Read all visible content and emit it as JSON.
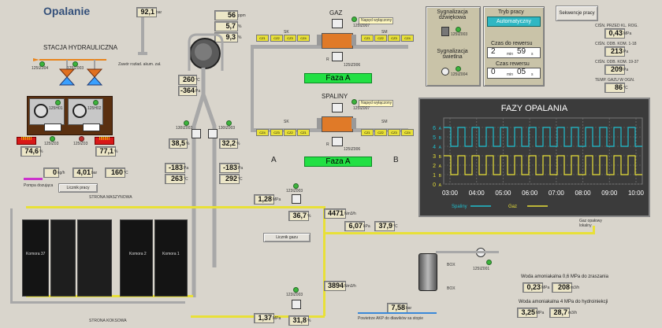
{
  "title": "Opalanie",
  "top": {
    "pressure_val": "92,1",
    "pressure_unit": "bar",
    "valve_label": "Zawór rozład. akum. zał."
  },
  "gas_params": {
    "v1": "56",
    "u1": "ppm",
    "v2": "5,7",
    "u2": "%",
    "v3": "9,3",
    "u3": "%"
  },
  "hydraulic": {
    "title": "STACJA HYDRAULICZNA",
    "tag1": "125IZ004",
    "tag2": "125IZ003",
    "pump1": "125H01",
    "pump2": "125H02",
    "val1": "74,6",
    "val2": "77,1",
    "tagA": "125IZ03",
    "tagB": "125IZ03",
    "unit": "%",
    "alarm": "!!!!!!!!"
  },
  "hyd_row": {
    "v1": "0",
    "u1": "kg/h",
    "v2": "4,01",
    "u2": "bar",
    "v3": "160",
    "u3": "°C",
    "pump_label": "Pompa dozująca",
    "btn": "Licznik pracy"
  },
  "center": {
    "t1": "260",
    "u1": "°C",
    "t2": "-364",
    "u2": "Pa",
    "l1": "38,5",
    "l2": "32,2",
    "lu": "%",
    "tag1": "130IZ003",
    "tag2": "130IZ003",
    "p1": "-183",
    "p2": "-183",
    "pu": "Pa",
    "t3": "263",
    "t4": "292",
    "tu": "°C"
  },
  "gaz": {
    "title": "GAZ",
    "label": "Napęd wyłączony",
    "faza": "Faza A",
    "sk": "SK",
    "sm": "SM",
    "boxes_left": [
      "CZ1",
      "CZ2",
      "CZ3",
      "CZ4"
    ],
    "boxes_right": [
      "CZ1",
      "CZ2",
      "CZ3",
      "CZ4"
    ],
    "tag": "125IZ007",
    "r": "R",
    "tagR": "125IZ006"
  },
  "spaliny": {
    "title": "SPALINY",
    "label": "Napęd wyłączony",
    "faza": "Faza A",
    "sk": "SK",
    "sm": "SM",
    "boxes_left": [
      "CZ4",
      "CZ3",
      "CZ2",
      "CZ1"
    ],
    "boxes_right": [
      "CZ1",
      "CZ2",
      "CZ3",
      "CZ4"
    ],
    "tag": "125IZ007",
    "r": "R",
    "tagR": "125IZ006",
    "a": "A",
    "b": "B"
  },
  "signal": {
    "sound": "Sygnalizacja dźwiękowa",
    "sound_tag": "125IZ003",
    "light": "Sygnalizacja świetlna",
    "light_tag": "125IZ004"
  },
  "mode": {
    "label": "Tryb pracy",
    "value": "Automatyczny",
    "zw_label": "Czas do rewersu",
    "zw_min": "2",
    "zw_sec": "59",
    "min_u": "min",
    "sec_u": "s",
    "cz_label": "Czas rewersu",
    "cz_min": "0",
    "cz_sec": "05"
  },
  "seq": {
    "btn": "Sekwencje pracy"
  },
  "right": {
    "l1": "CIŚN. PRZED KL. ROG.",
    "v1": "0,43",
    "u1": "MPa",
    "l2": "CIŚN. ODB. KOM. 1-18",
    "v2": "213",
    "u2": "Pa",
    "l3": "CIŚN. ODB. KOM. 19-37",
    "v3": "209",
    "u3": "Pa",
    "l4": "TEMP. GAZU W OGN.",
    "v4": "86",
    "u4": "°C"
  },
  "chart_data": {
    "type": "line",
    "title": "FAZY OPALANIA",
    "x": [
      "03:00",
      "04:00",
      "05:00",
      "06:00",
      "07:00",
      "08:00",
      "09:00",
      "10:00"
    ],
    "yticks_num": [
      "6",
      "5",
      "4",
      "3",
      "2",
      "1",
      "0"
    ],
    "yticks_letter": [
      "A",
      "B",
      "A",
      "B",
      "A",
      "B",
      "A"
    ],
    "ylim": [
      0,
      6.5
    ],
    "series": [
      {
        "name": "Spaliny",
        "color": "#1fbfcf",
        "low": 4,
        "high": 6
      },
      {
        "name": "Gaz",
        "color": "#e8e038",
        "low": 1,
        "high": 3
      }
    ],
    "legend_placement": "bottom-left"
  },
  "bottom": {
    "strona_masz": "STRONA MASZYNOWA",
    "strona_kok": "STRONA KOKSOWA",
    "kom": [
      "Komora 37",
      "Komora 2",
      "Komora 1"
    ],
    "v1": "1,28",
    "u1": "MPa",
    "tag1": "123IZ003",
    "v2": "36,7",
    "u2": "%",
    "btn": "Licznik gazu",
    "flow": "4471",
    "fu": "Nm3/h",
    "p": "6,07",
    "pu": "kPa",
    "t": "37,9",
    "tu": "°C",
    "gaz_label": "Gaz opałowy lokalny",
    "box": "BOX",
    "pump_tag": "125IZ001",
    "flow2": "3894",
    "fu2": "Nm3/h",
    "v3": "1,37",
    "u3": "MPa",
    "tag3": "123IZ003",
    "v4": "31,8",
    "u4": "%",
    "air": "7,58",
    "airu": "bar",
    "air_label": "Powietrze AKP do dławików sa stopie"
  },
  "water1": {
    "label": "Woda amoniakalna 0,6 MPa do zraszania",
    "v1": "0,23",
    "u1": "MPa",
    "v2": "208",
    "u2": "m3/h"
  },
  "water2": {
    "label": "Woda amoniakalna 4 MPa do hydroiniekcji",
    "v1": "3,25",
    "u1": "MPa",
    "v2": "28,7",
    "u2": "m3/h"
  }
}
